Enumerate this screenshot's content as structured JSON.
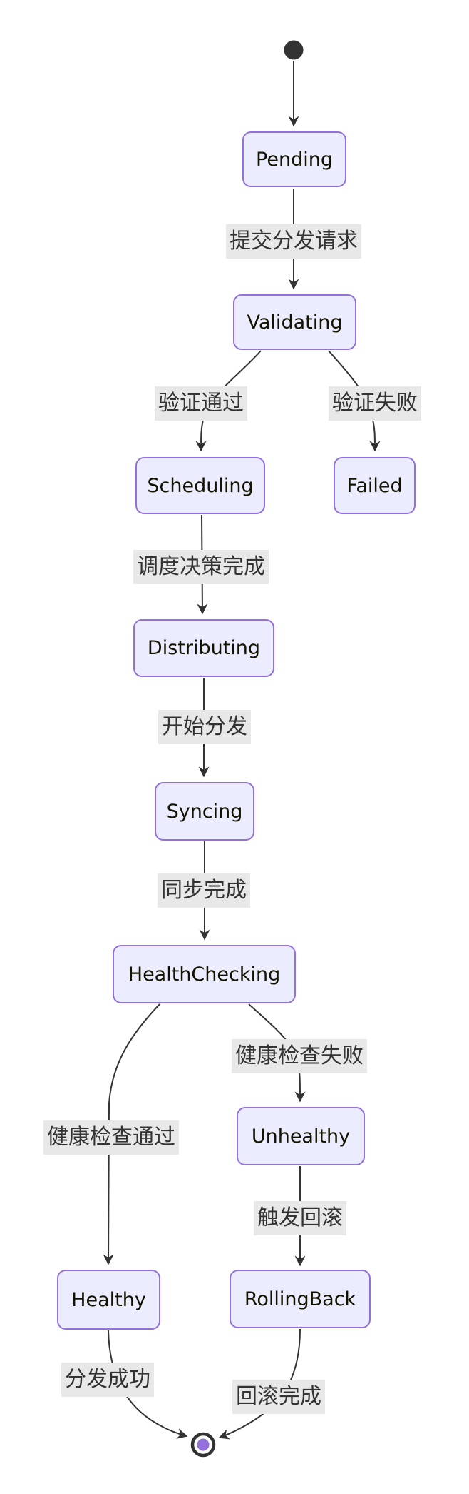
{
  "diagram": {
    "type": "state-diagram",
    "nodes": {
      "pending": {
        "label": "Pending"
      },
      "validating": {
        "label": "Validating"
      },
      "scheduling": {
        "label": "Scheduling"
      },
      "failed": {
        "label": "Failed"
      },
      "distributing": {
        "label": "Distributing"
      },
      "syncing": {
        "label": "Syncing"
      },
      "healthchecking": {
        "label": "HealthChecking"
      },
      "unhealthy": {
        "label": "Unhealthy"
      },
      "healthy": {
        "label": "Healthy"
      },
      "rollingback": {
        "label": "RollingBack"
      }
    },
    "transitions": [
      {
        "from": "[start]",
        "to": "Pending",
        "label": ""
      },
      {
        "from": "Pending",
        "to": "Validating",
        "label": "提交分发请求"
      },
      {
        "from": "Validating",
        "to": "Scheduling",
        "label": "验证通过"
      },
      {
        "from": "Validating",
        "to": "Failed",
        "label": "验证失败"
      },
      {
        "from": "Scheduling",
        "to": "Distributing",
        "label": "调度决策完成"
      },
      {
        "from": "Distributing",
        "to": "Syncing",
        "label": "开始分发"
      },
      {
        "from": "Syncing",
        "to": "HealthChecking",
        "label": "同步完成"
      },
      {
        "from": "HealthChecking",
        "to": "Healthy",
        "label": "健康检查通过"
      },
      {
        "from": "HealthChecking",
        "to": "Unhealthy",
        "label": "健康检查失败"
      },
      {
        "from": "Unhealthy",
        "to": "RollingBack",
        "label": "触发回滚"
      },
      {
        "from": "Healthy",
        "to": "[end]",
        "label": "分发成功"
      },
      {
        "from": "RollingBack",
        "to": "[end]",
        "label": "回滚完成"
      }
    ],
    "colors": {
      "node_fill": "#ECECFF",
      "node_border": "#9370DB",
      "node_text": "#131300",
      "edge_line": "#333333",
      "edge_label_bg": "#e8e8e8",
      "edge_label_text": "#333333",
      "start_fill": "#333333",
      "final_inner": "#9370DB",
      "canvas_bg": "#ffffff"
    }
  }
}
